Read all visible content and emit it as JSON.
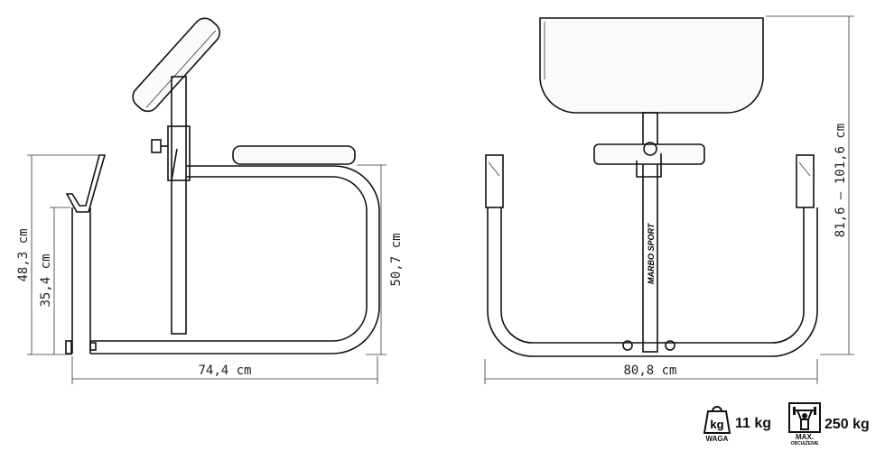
{
  "side_view": {
    "dims": {
      "total_height": "48,3 cm",
      "arm_height": "35,4 cm",
      "seat_height": "50,7 cm",
      "length": "74,4 cm"
    }
  },
  "front_view": {
    "brand_logo": "MARBO SPORT",
    "dims": {
      "width": "80,8 cm",
      "height_range": "81,6 – 101,6 cm"
    }
  },
  "specs": {
    "weight": {
      "icon_text": "kg",
      "value": "11 kg",
      "caption": "WAGA"
    },
    "max_load": {
      "value": "250 kg",
      "caption": "MAX.",
      "caption2": "OBCIĄŻENIE"
    }
  }
}
